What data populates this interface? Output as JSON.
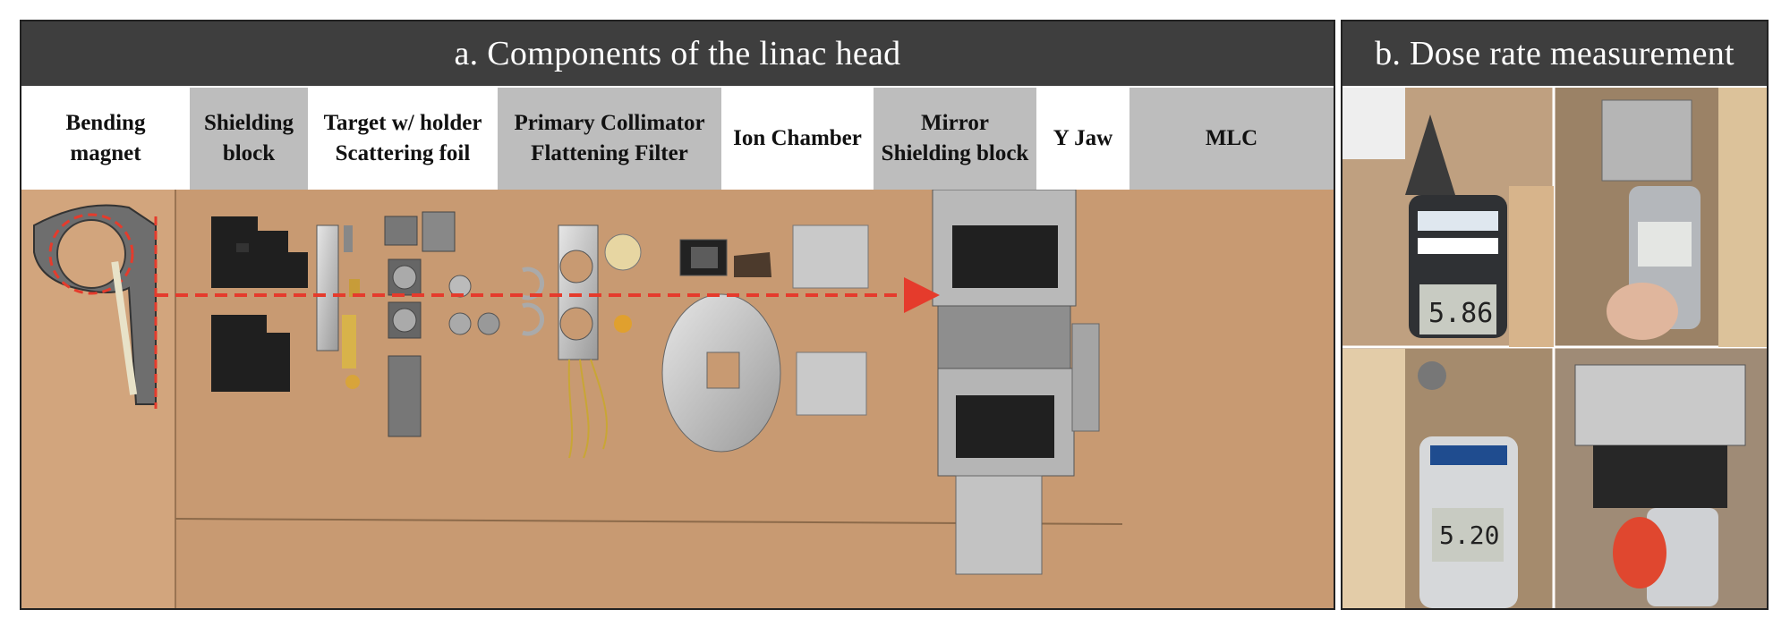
{
  "panel_a": {
    "title": "a. Components of the linac head",
    "labels": [
      {
        "line1": "Bending",
        "line2": "magnet"
      },
      {
        "line1": "Shielding",
        "line2": "block"
      },
      {
        "line1": "Target w/ holder",
        "line2": "Scattering foil"
      },
      {
        "line1": "Primary Collimator",
        "line2": "Flattening Filter"
      },
      {
        "line1": "Ion Chamber",
        "line2": ""
      },
      {
        "line1": "Mirror",
        "line2": "Shielding block"
      },
      {
        "line1": "Y Jaw",
        "line2": ""
      },
      {
        "line1": "MLC",
        "line2": ""
      }
    ]
  },
  "panel_b": {
    "title": "b. Dose rate measurement",
    "meter_readings": [
      "5.86",
      "5.20"
    ]
  },
  "colors": {
    "header_bg": "#3e3e3e",
    "label_grey": "#bdbdbd",
    "board": "#c79a73",
    "beam_arrow": "#e53b2c"
  }
}
